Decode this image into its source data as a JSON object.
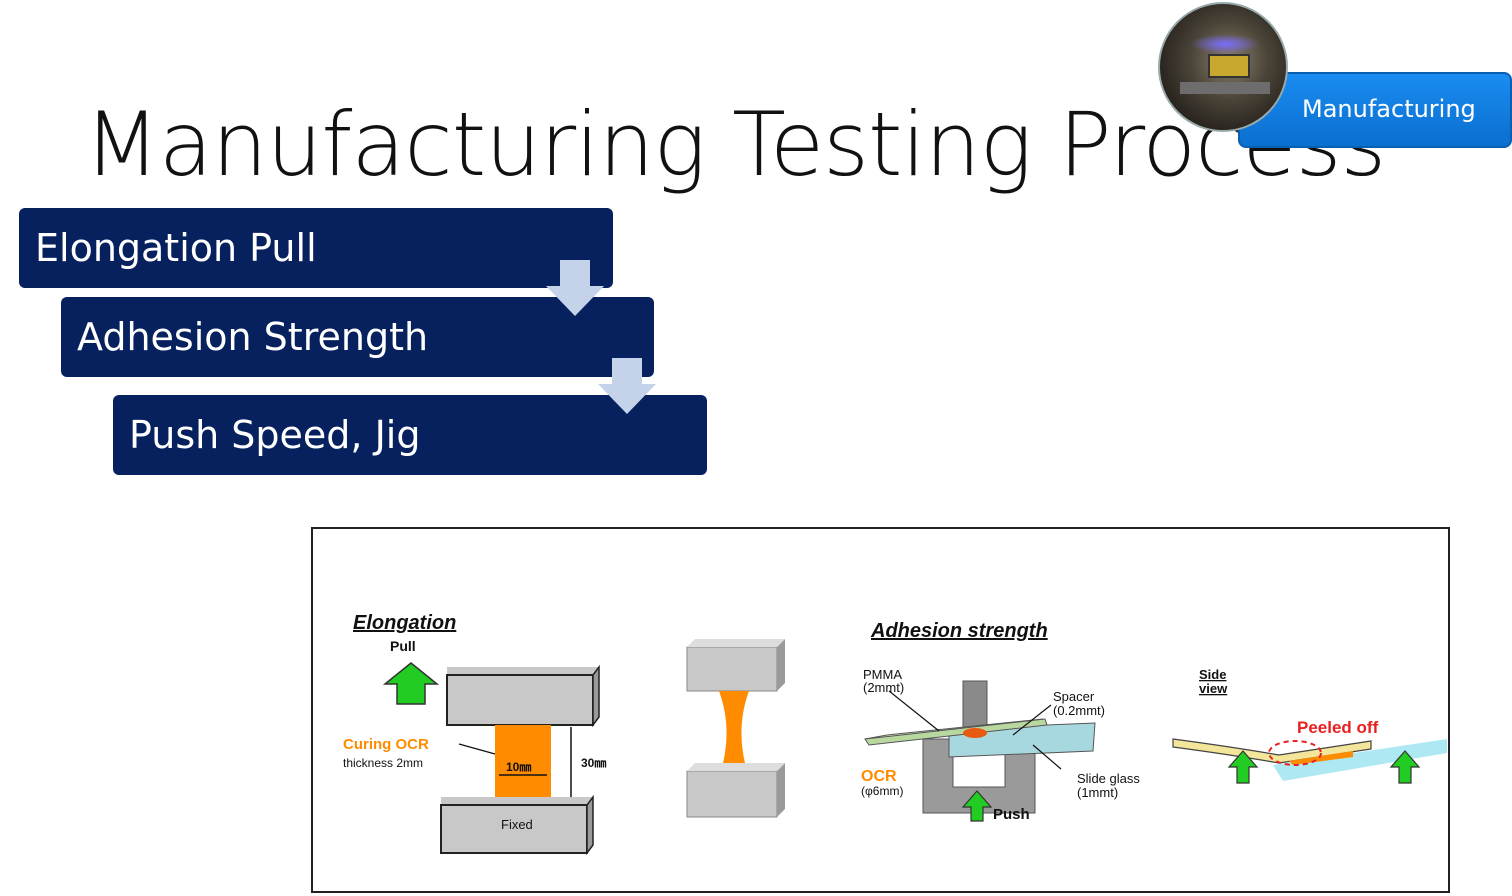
{
  "slide": {
    "title": "Manufacturing Testing Process"
  },
  "badge": {
    "label": "Manufacturing",
    "color": "#1a8cf0"
  },
  "steps": [
    {
      "label": "Elongation Pull"
    },
    {
      "label": "Adhesion Strength"
    },
    {
      "label": "Push Speed, Jig"
    }
  ],
  "colors": {
    "step_bg": "#06215e",
    "arrow": "#c5d3ea",
    "ocr_orange": "#ff8c00",
    "arrow_green": "#22cc22",
    "peeled_red": "#e82020"
  },
  "figure": {
    "elongation": {
      "title": "Elongation",
      "pull": "Pull",
      "curing": "Curing OCR",
      "thickness": "thickness 2mm",
      "width": "10㎜",
      "height": "30㎜",
      "fixed": "Fixed"
    },
    "adhesion": {
      "title": "Adhesion strength",
      "pmma": "PMMA",
      "pmma_dim": "(2mmt)",
      "spacer": "Spacer",
      "spacer_dim": "(0.2mmt)",
      "ocr": "OCR",
      "ocr_dim": "(φ6mm)",
      "slide_glass": "Slide glass",
      "slide_dim": "(1mmt)",
      "push": "Push"
    },
    "side_view": {
      "label_line1": "Side",
      "label_line2": "view",
      "peeled": "Peeled off"
    }
  }
}
